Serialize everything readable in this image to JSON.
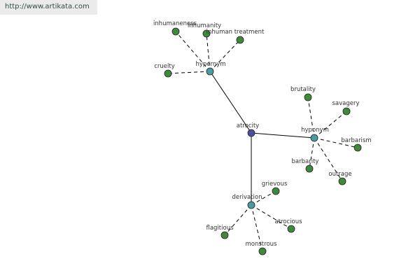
{
  "url": "http://www.artikata.com",
  "colors": {
    "root": "#4a4f9c",
    "relation": "#4d9aa1",
    "leaf": "#3e8a3a"
  },
  "graph": {
    "root": "atrocity",
    "relations": [
      {
        "label": "hypernym",
        "terms": [
          "inhumaneness",
          "inhumanity",
          "inhuman treatment",
          "cruelty"
        ]
      },
      {
        "label": "hyponym",
        "terms": [
          "brutality",
          "savagery",
          "barbarism",
          "barbarity",
          "outrage"
        ]
      },
      {
        "label": "derivation",
        "terms": [
          "grievous",
          "atrocious",
          "monstrous",
          "flagitious"
        ]
      }
    ]
  }
}
